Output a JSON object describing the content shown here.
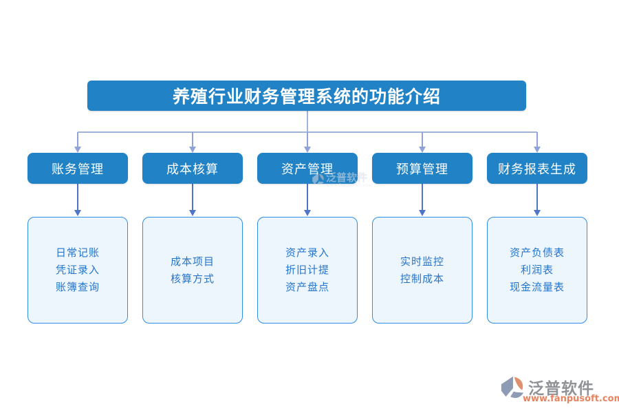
{
  "title": "养殖行业财务管理系统的功能介绍",
  "branches": [
    {
      "label": "账务管理",
      "items": [
        "日常记账",
        "凭证录入",
        "账簿查询"
      ]
    },
    {
      "label": "成本核算",
      "items": [
        "成本项目",
        "核算方式"
      ]
    },
    {
      "label": "资产管理",
      "items": [
        "资产录入",
        "折旧计提",
        "资产盘点"
      ]
    },
    {
      "label": "预算管理",
      "items": [
        "实时监控",
        "控制成本"
      ]
    },
    {
      "label": "财务报表生成",
      "items": [
        "资产负债表",
        "利润表",
        "现金流量表"
      ]
    }
  ],
  "watermark": {
    "text": "泛普软件",
    "subtext": "www.fanpusoft.com"
  },
  "logo": {
    "name": "泛普软件",
    "url": "www.fanpusoft.com"
  },
  "colors": {
    "box_blue": "#2183c6",
    "connector_light": "#a0b2e0",
    "connector_dark": "#4f74c8",
    "child_border": "#2e8ee4",
    "child_bg": "#edf5fd",
    "child_text": "#2575cb",
    "logo_grey": "#8f9296",
    "logo_orange": "#e8835f"
  }
}
